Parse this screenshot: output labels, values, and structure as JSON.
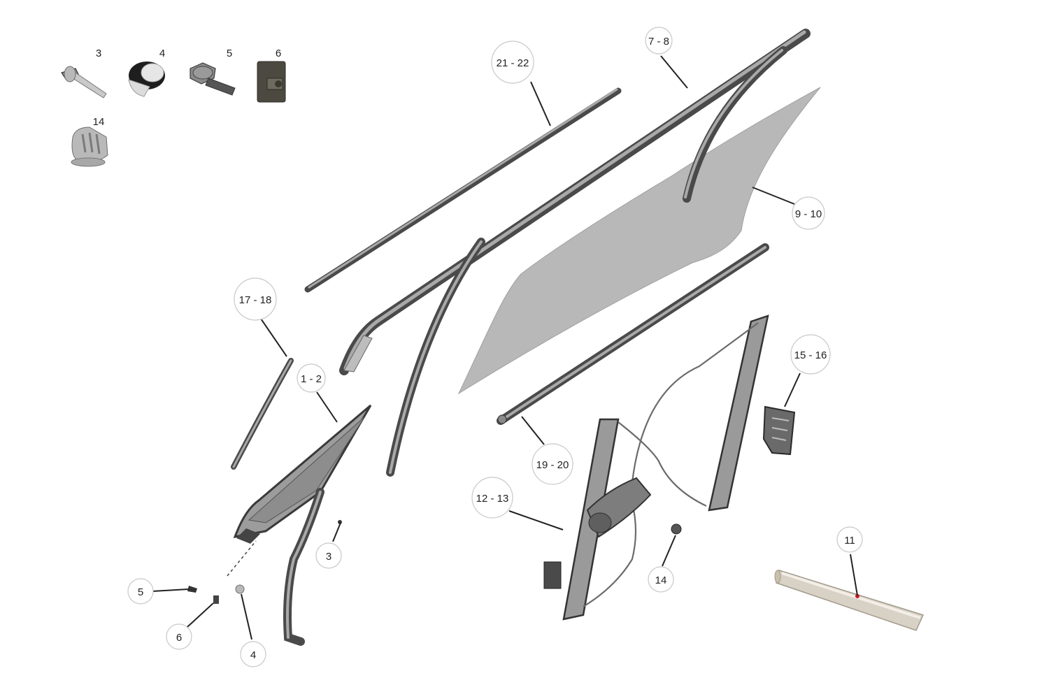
{
  "callouts": {
    "c_1_2": "1 - 2",
    "c_3": "3",
    "c_4": "4",
    "c_5": "5",
    "c_6": "6",
    "c_7_8": "7 - 8",
    "c_9_10": "9 - 10",
    "c_11": "11",
    "c_12_13": "12 - 13",
    "c_14": "14",
    "c_15_16": "15 - 16",
    "c_17_18": "17 - 18",
    "c_19_20": "19 - 20",
    "c_21_22": "21 - 22"
  },
  "legend": {
    "l_3": "3",
    "l_4": "4",
    "l_5": "5",
    "l_6": "6",
    "l_14": "14"
  },
  "colors": {
    "glass": "#b8b8b8",
    "metal": "#5e5e5e",
    "rubber": "#3d3d3d",
    "marker": "#d0162b"
  }
}
